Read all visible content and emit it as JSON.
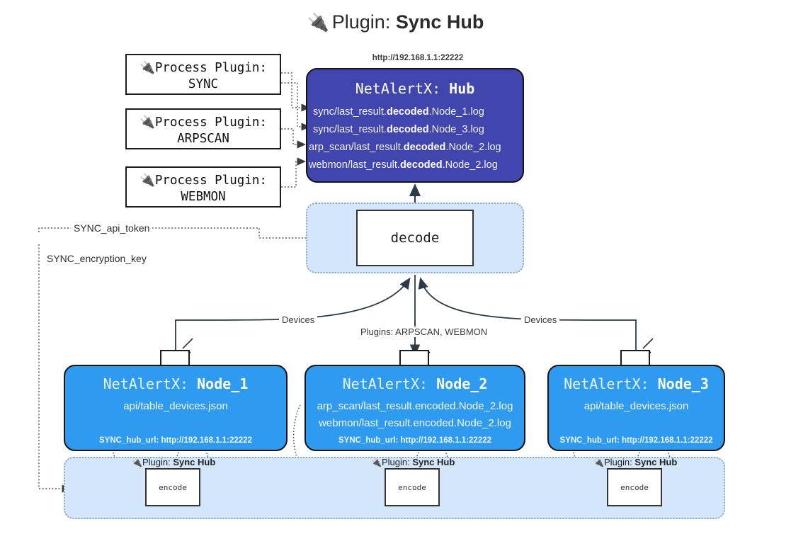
{
  "title": {
    "icon": "plug-icon",
    "prefix": "Plugin:",
    "name": "Sync Hub"
  },
  "process_plugins": [
    {
      "icon": "plug-icon",
      "line1": "Process Plugin:",
      "line2": "SYNC"
    },
    {
      "icon": "plug-icon",
      "line1": "Process Plugin:",
      "line2": "ARPSCAN"
    },
    {
      "icon": "plug-icon",
      "line1": "Process Plugin:",
      "line2": "WEBMON"
    }
  ],
  "hub": {
    "url": "http://192.168.1.1:22222",
    "title_prefix": "NetAlertX:",
    "title_name": "Hub",
    "logs": [
      {
        "pre": "sync/last_result.",
        "em": "decoded",
        "post": ".Node_1.log"
      },
      {
        "pre": "sync/last_result.",
        "em": "decoded",
        "post": ".Node_3.log"
      },
      {
        "pre": "arp_scan/last_result.",
        "em": "decoded",
        "post": ".Node_2.log"
      },
      {
        "pre": "webmon/last_result.",
        "em": "decoded",
        "post": ".Node_2.log"
      }
    ]
  },
  "decode": {
    "label": "decode"
  },
  "secrets": [
    {
      "label": "SYNC_api_token"
    },
    {
      "label": "SYNC_encryption_key"
    }
  ],
  "edge_labels": {
    "devices_left": "Devices",
    "devices_right": "Devices",
    "plugins_center": "Plugins: ARPSCAN, WEBMON"
  },
  "nodes": [
    {
      "title_prefix": "NetAlertX:",
      "title_name": "Node_1",
      "lines": [
        "api/table_devices.json"
      ],
      "hub_url_label": "SYNC_hub_url: http://192.168.1.1:22222",
      "plugin": {
        "icon": "plug-icon",
        "prefix": "Plugin:",
        "name": "Sync Hub",
        "encode_label": "encode"
      }
    },
    {
      "title_prefix": "NetAlertX:",
      "title_name": "Node_2",
      "lines": [
        "arp_scan/last_result.encoded.Node_2.log",
        "webmon/last_result.encoded.Node_2.log"
      ],
      "hub_url_label": "SYNC_hub_url: http://192.168.1.1:22222",
      "plugin": {
        "icon": "plug-icon",
        "prefix": "Plugin:",
        "name": "Sync Hub",
        "encode_label": "encode"
      }
    },
    {
      "title_prefix": "NetAlertX:",
      "title_name": "Node_3",
      "lines": [
        "api/table_devices.json"
      ],
      "hub_url_label": "SYNC_hub_url: http://192.168.1.1:22222",
      "plugin": {
        "icon": "plug-icon",
        "prefix": "Plugin:",
        "name": "Sync Hub",
        "encode_label": "encode"
      }
    }
  ],
  "colors": {
    "hub_fill": "#4046ad",
    "node_fill": "#2e9bf0",
    "container_fill": "#d4e6f9",
    "container_border": "#8aa6bd",
    "stroke": "#121212"
  }
}
